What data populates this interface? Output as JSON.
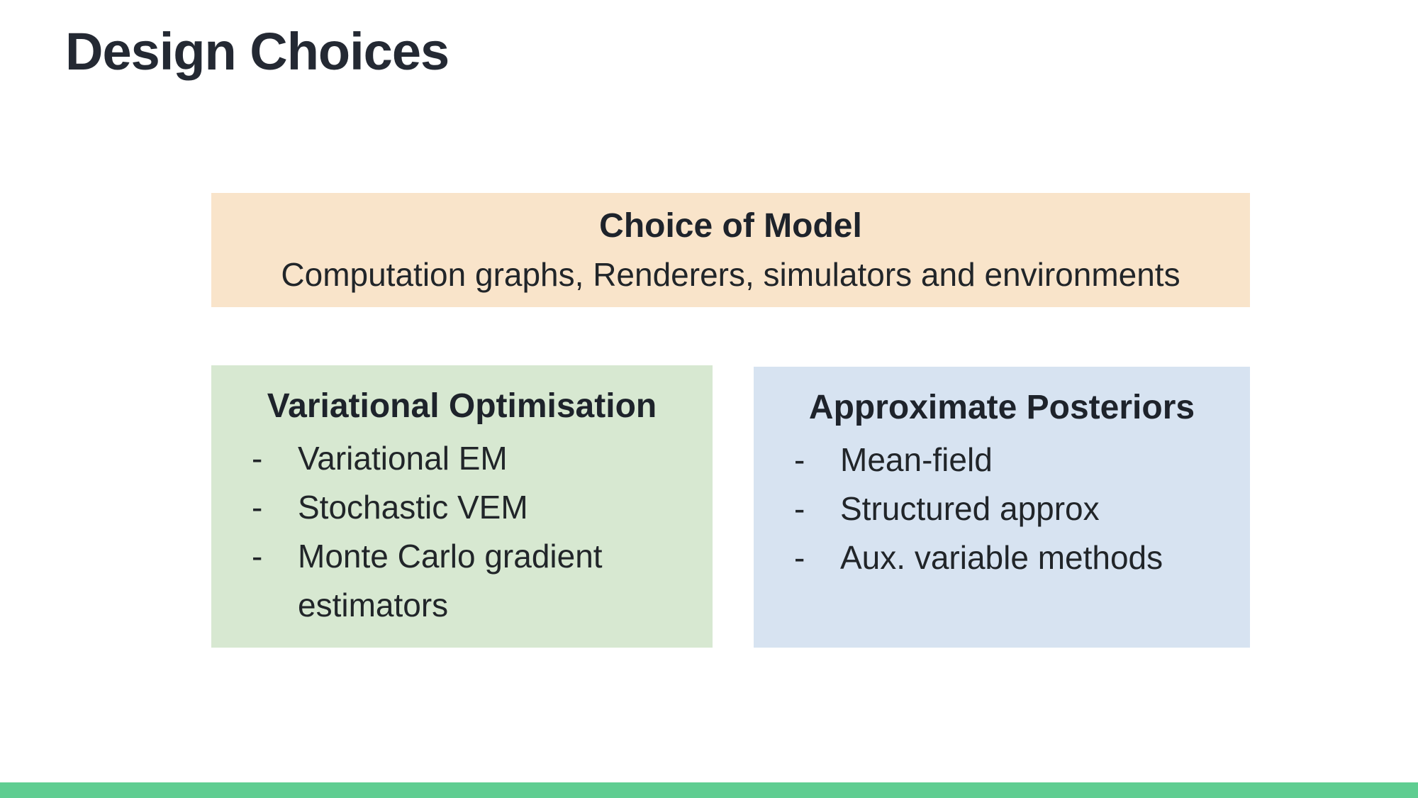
{
  "slide": {
    "title": "Design Choices",
    "bullet": "-",
    "colors": {
      "background": "#ffffff",
      "title_text": "#242933",
      "body_text": "#212529",
      "model_box_bg": "#f9e4ca",
      "variational_box_bg": "#d7e8d1",
      "posteriors_box_bg": "#d7e3f1",
      "footer_bar": "#5fcd91"
    },
    "model_box": {
      "title": "Choice of Model",
      "subtitle": "Computation graphs, Renderers, simulators and environments"
    },
    "variational_box": {
      "title": "Variational Optimisation",
      "items": [
        "Variational EM",
        "Stochastic VEM",
        "Monte Carlo gradient estimators"
      ]
    },
    "posteriors_box": {
      "title": "Approximate Posteriors",
      "items": [
        "Mean-field",
        "Structured approx",
        "Aux. variable methods"
      ]
    }
  }
}
